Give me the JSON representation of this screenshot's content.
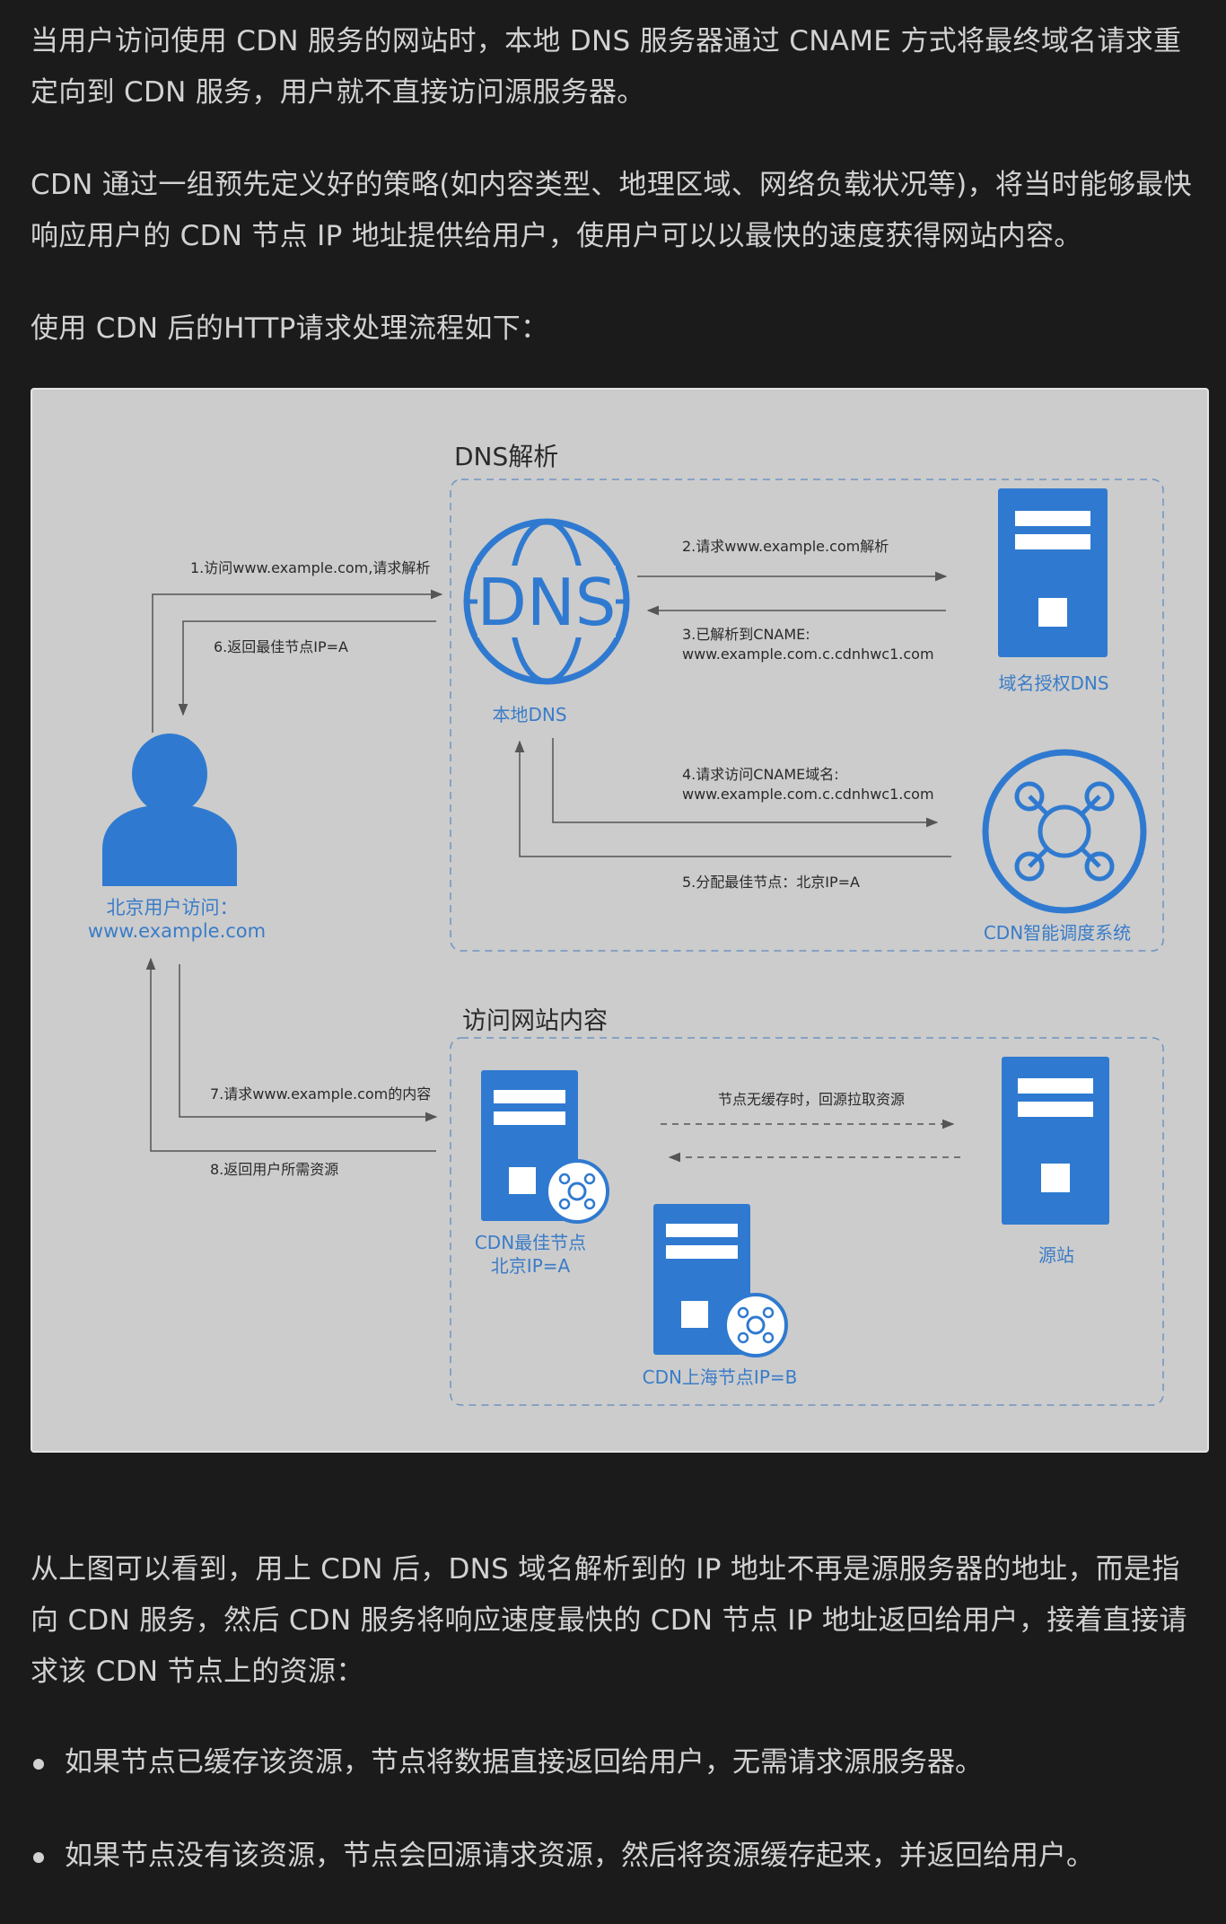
{
  "paragraphs": {
    "p1": "当用户访问使用 CDN 服务的网站时，本地 DNS 服务器通过 CNAME 方式将最终域名请求重定向到 CDN 服务，用户就不直接访问源服务器。",
    "p2": "CDN 通过一组预先定义好的策略(如内容类型、地理区域、网络负载状况等)，将当时能够最快响应用户的 CDN 节点 IP 地址提供给用户，使用户可以以最快的速度获得网站内容。",
    "p3": "使用 CDN 后的HTTP请求处理流程如下：",
    "p4": "从上图可以看到，用上 CDN 后，DNS 域名解析到的 IP 地址不再是源服务器的地址，而是指向 CDN 服务，然后 CDN 服务将响应速度最快的 CDN 节点 IP 地址返回给用户，接着直接请求该 CDN 节点上的资源："
  },
  "bullets": [
    "如果节点已缓存该资源，节点将数据直接返回给用户，无需请求源服务器。",
    "如果节点没有该资源，节点会回源请求资源，然后将资源缓存起来，并返回给用户。"
  ],
  "diagram": {
    "dns_section_title": "DNS解析",
    "content_section_title": "访问网站内容",
    "dns_icon_text": "DNS",
    "local_dns_label": "本地DNS",
    "auth_dns_label": "域名授权DNS",
    "cdn_scheduler_label": "CDN智能调度系统",
    "user_label_line1": "北京用户访问：",
    "user_label_line2": "www.example.com",
    "cdn_best_node_line1": "CDN最佳节点",
    "cdn_best_node_line2": "北京IP=A",
    "cdn_shanghai_label": "CDN上海节点IP=B",
    "origin_label": "源站",
    "steps": {
      "s1": "1.访问www.example.com,请求解析",
      "s2": "2.请求www.example.com解析",
      "s3_line1": "3.已解析到CNAME:",
      "s3_line2": "www.example.com.c.cdnhwc1.com",
      "s4_line1": "4.请求访问CNAME域名:",
      "s4_line2": "www.example.com.c.cdnhwc1.com",
      "s5": "5.分配最佳节点：北京IP=A",
      "s6": "6.返回最佳节点IP=A",
      "s7": "7.请求www.example.com的内容",
      "s8": "8.返回用户所需资源",
      "no_cache": "节点无缓存时，回源拉取资源"
    },
    "colors": {
      "blue": "#2f7ad0",
      "label_blue": "#3a7cc8",
      "background": "#cccccc"
    }
  }
}
